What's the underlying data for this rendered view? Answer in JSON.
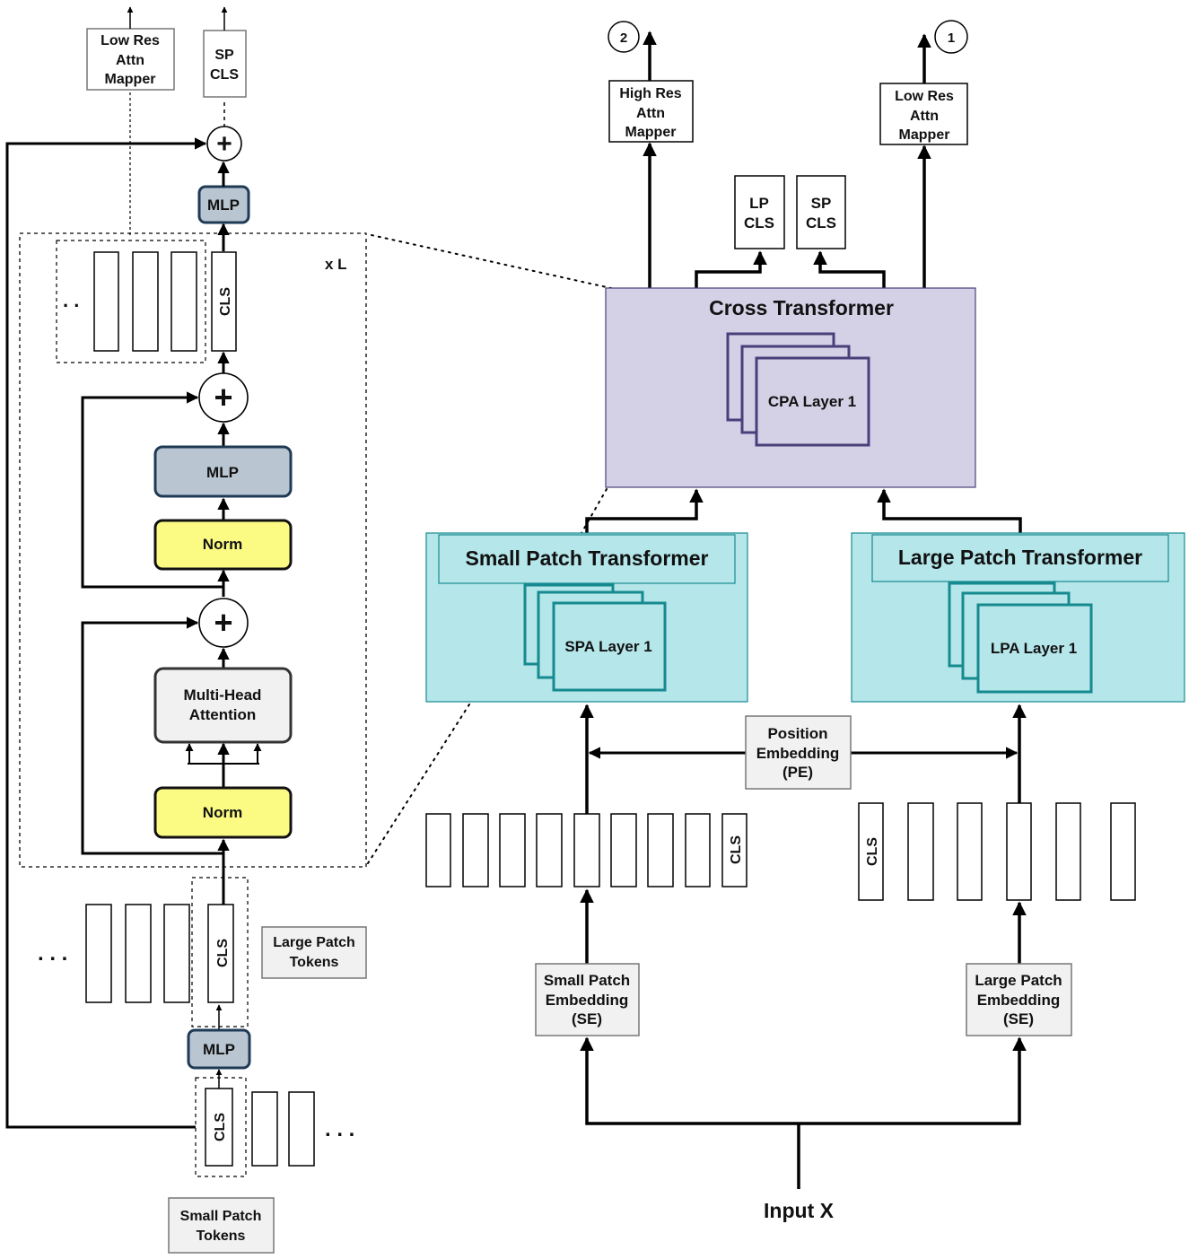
{
  "left": {
    "top_outputs": {
      "low_res": [
        "Low Res",
        "Attn",
        "Mapper"
      ],
      "sp_cls": [
        "SP",
        "CLS"
      ]
    },
    "mlp_top": "MLP",
    "repeat": "x L",
    "cls": "CLS",
    "ellipsis": ". .",
    "block_mlp": "MLP",
    "norm_top": "Norm",
    "attention": [
      "Multi-Head",
      "Attention"
    ],
    "norm_bottom": "Norm",
    "plus": "+",
    "large_patch_tokens": [
      "Large Patch",
      "Tokens"
    ],
    "ellipsis_long": ". . .",
    "mlp_bottom": "MLP",
    "small_patch_tokens": [
      "Small Patch",
      "Tokens"
    ]
  },
  "right": {
    "outputs": {
      "high_res": [
        "High Res",
        "Attn",
        "Mapper"
      ],
      "high_res_num": "2",
      "low_res": [
        "Low Res",
        "Attn",
        "Mapper"
      ],
      "low_res_num": "1",
      "lp_cls": [
        "LP",
        "CLS"
      ],
      "sp_cls": [
        "SP",
        "CLS"
      ]
    },
    "cross_transformer": {
      "title": "Cross Transformer",
      "layer": "CPA Layer 1"
    },
    "small_transformer": {
      "title": "Small Patch Transformer",
      "layer": "SPA Layer 1"
    },
    "large_transformer": {
      "title": "Large Patch Transformer",
      "layer": "LPA Layer 1"
    },
    "position_embedding": [
      "Position",
      "Embedding",
      "(PE)"
    ],
    "cls": "CLS",
    "small_embedding": [
      "Small Patch",
      "Embedding",
      "(SE)"
    ],
    "large_embedding": [
      "Large Patch",
      "Embedding",
      "(SE)"
    ],
    "input": "Input X"
  },
  "colors": {
    "cross_fill": "#d4d1e6",
    "cross_border": "#4a3f7a",
    "patch_fill": "#b4e6ea",
    "patch_border": "#168a8f",
    "mlp_fill": "#b9c6d1",
    "mlp_border": "#1f3a55",
    "norm_fill": "#fbfb84",
    "gray_fill": "#f1f1f1"
  }
}
